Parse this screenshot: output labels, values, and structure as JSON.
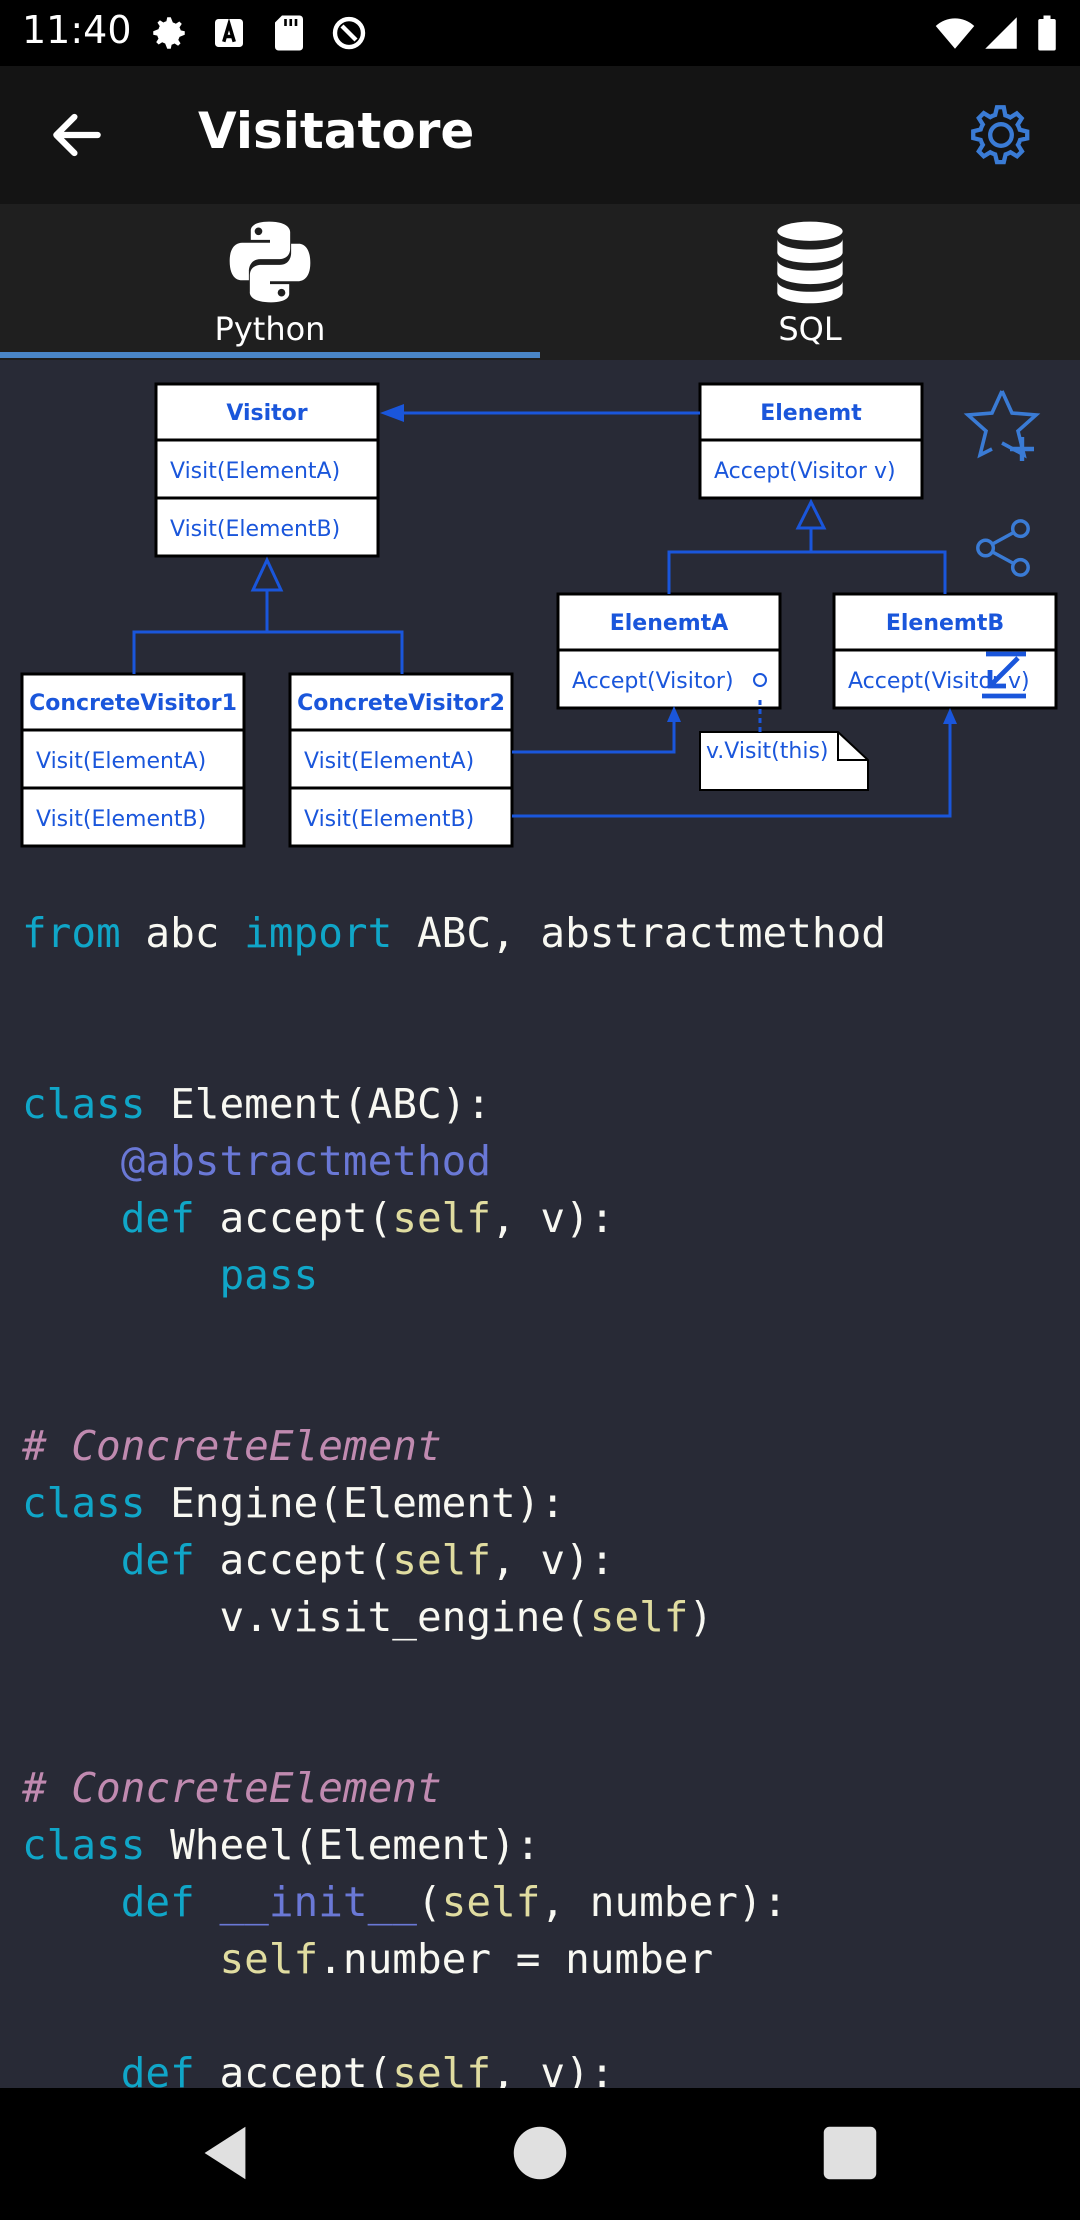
{
  "status": {
    "time": "11:40"
  },
  "appbar": {
    "title": "Visitatore"
  },
  "tabs": [
    {
      "label": "Python",
      "icon": "python-logo-icon",
      "selected": true
    },
    {
      "label": "SQL",
      "icon": "database-icon",
      "selected": false
    }
  ],
  "diagram": {
    "visitor": {
      "title": "Visitor",
      "m1": "Visit(ElementA)",
      "m2": "Visit(ElementB)"
    },
    "element": {
      "title": "Elenemt",
      "m1": "Accept(Visitor v)"
    },
    "cv1": {
      "title": "ConcreteVisitor1",
      "m1": "Visit(ElementA)",
      "m2": "Visit(ElementB)"
    },
    "cv2": {
      "title": "ConcreteVisitor2",
      "m1": "Visit(ElementA)",
      "m2": "Visit(ElementB)"
    },
    "ea": {
      "title": "ElenemtA",
      "m1": "Accept(Visitor)"
    },
    "eb": {
      "title": "ElenemtB",
      "m1": "Accept(Visitor v)"
    },
    "note": "v.Visit(this)"
  },
  "actions": {
    "favorite_icon": "star-plus-icon",
    "share_icon": "share-icon"
  },
  "code": {
    "l1": [
      "from",
      " abc ",
      "import",
      " ABC, abstractmethod"
    ],
    "l2": [
      "class",
      " Element(ABC):"
    ],
    "l3": [
      "    ",
      "@abstractmethod"
    ],
    "l4": [
      "    ",
      "def",
      " accept(",
      "self",
      ", v):"
    ],
    "l5": [
      "        ",
      "pass"
    ],
    "l6": "# ConcreteElement",
    "l7": [
      "class",
      " Engine(Element):"
    ],
    "l8": [
      "    ",
      "def",
      " accept(",
      "self",
      ", v):"
    ],
    "l9": [
      "        v.visit_engine(",
      "self",
      ")"
    ],
    "l10": "# ConcreteElement",
    "l11": [
      "class",
      " Wheel(Element):"
    ],
    "l12": [
      "    ",
      "def",
      " ",
      "__init__",
      "(",
      "self",
      ", number):"
    ],
    "l13": [
      "        ",
      "self",
      ".number = number"
    ],
    "l14": [
      "    ",
      "def",
      " accept(",
      "self",
      ", v):"
    ]
  },
  "colors": {
    "accent": "#4a86c8",
    "keyword": "#10a6c8",
    "decorator": "#6a78d6",
    "self": "#e0dca0",
    "comment": "#c08ab0",
    "uml_blue": "#1a56db"
  }
}
